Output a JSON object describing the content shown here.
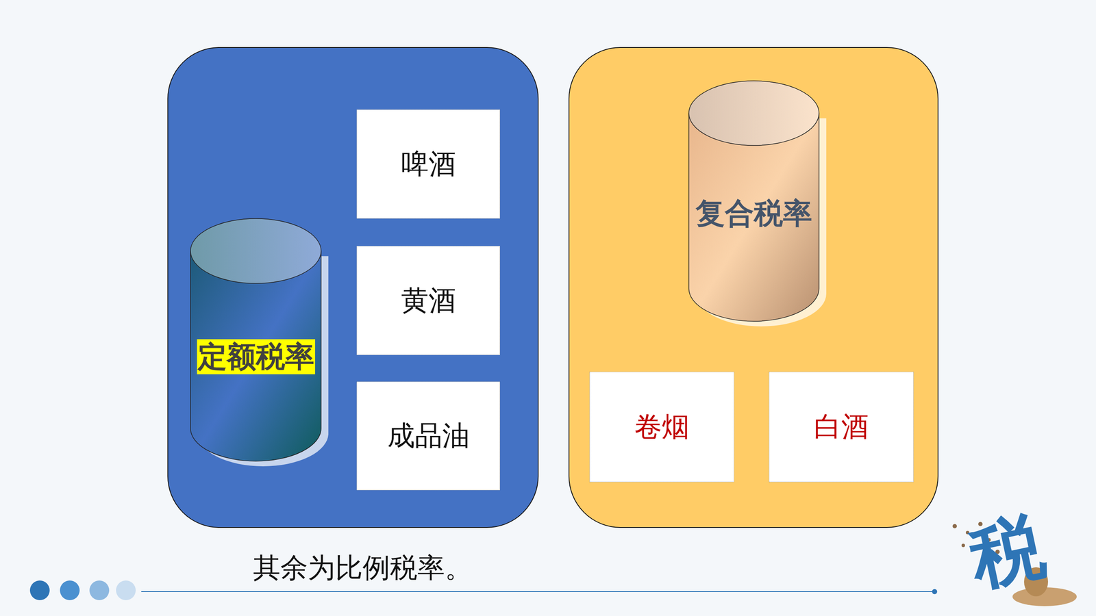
{
  "diagram": {
    "caption": "其余为比例税率。",
    "nodes": [
      {
        "text": [
          "定额税率"
        ]
      },
      {
        "text": [
          "啤酒"
        ]
      },
      {
        "text": [
          "黄酒"
        ]
      },
      {
        "text": [
          "成品油"
        ]
      },
      {
        "text": [
          "复合税率"
        ]
      },
      {
        "text": [
          "卷烟"
        ]
      },
      {
        "text": [
          "白酒"
        ]
      }
    ],
    "labels": [
      "税"
    ]
  }
}
